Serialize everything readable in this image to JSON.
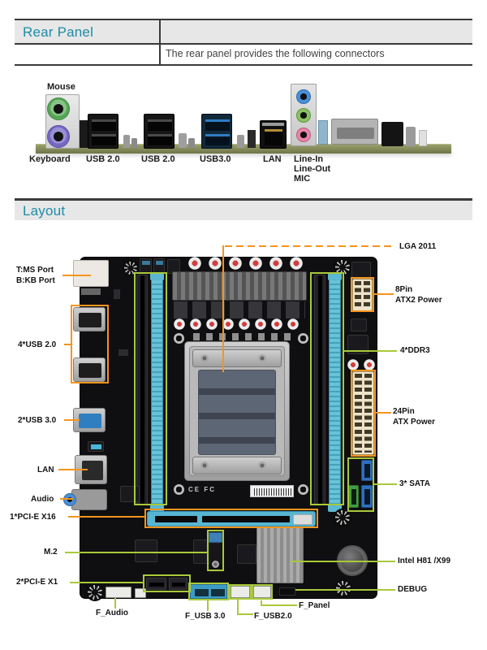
{
  "document": {
    "kind": "motherboard manual page"
  },
  "colors": {
    "accent_teal": "#1E8CA6",
    "callout_orange": "#F7941D",
    "callout_green": "#A9C93A",
    "header_bg": "#E7E7E7",
    "rule": "#3A3A3A"
  },
  "rear_panel": {
    "title": "Rear Panel",
    "description": "The rear panel provides the following connectors",
    "labels": {
      "mouse": "Mouse",
      "keyboard": "Keyboard",
      "usb20_left": "USB 2.0",
      "usb20_right": "USB 2.0",
      "usb30": "USB3.0",
      "lan": "LAN",
      "line_in": "Line-In",
      "line_out": "Line-Out",
      "mic": "MIC"
    }
  },
  "layout": {
    "title": "Layout",
    "board_marks": "CE FC",
    "labels": {
      "lga2011": "LGA 2011",
      "ps2_line1": "T:MS Port",
      "ps2_line2": "B:KB Port",
      "atx8_line1": "8Pin",
      "atx8_line2": "ATX2 Power",
      "usb20": "4*USB 2.0",
      "ddr3": "4*DDR3",
      "usb30": "2*USB 3.0",
      "atx24_line1": "24Pin",
      "atx24_line2": "ATX Power",
      "lan": "LAN",
      "sata": "3* SATA",
      "audio": "Audio",
      "pcie_x16": "1*PCI-E X16",
      "m2": "M.2",
      "chipset": "Intel H81 /X99",
      "pcie_x1": "2*PCI-E X1",
      "debug": "DEBUG",
      "f_audio": "F_Audio",
      "f_usb30": "F_USB 3.0",
      "f_usb20": "F_USB2.0",
      "f_panel": "F_Panel"
    }
  }
}
